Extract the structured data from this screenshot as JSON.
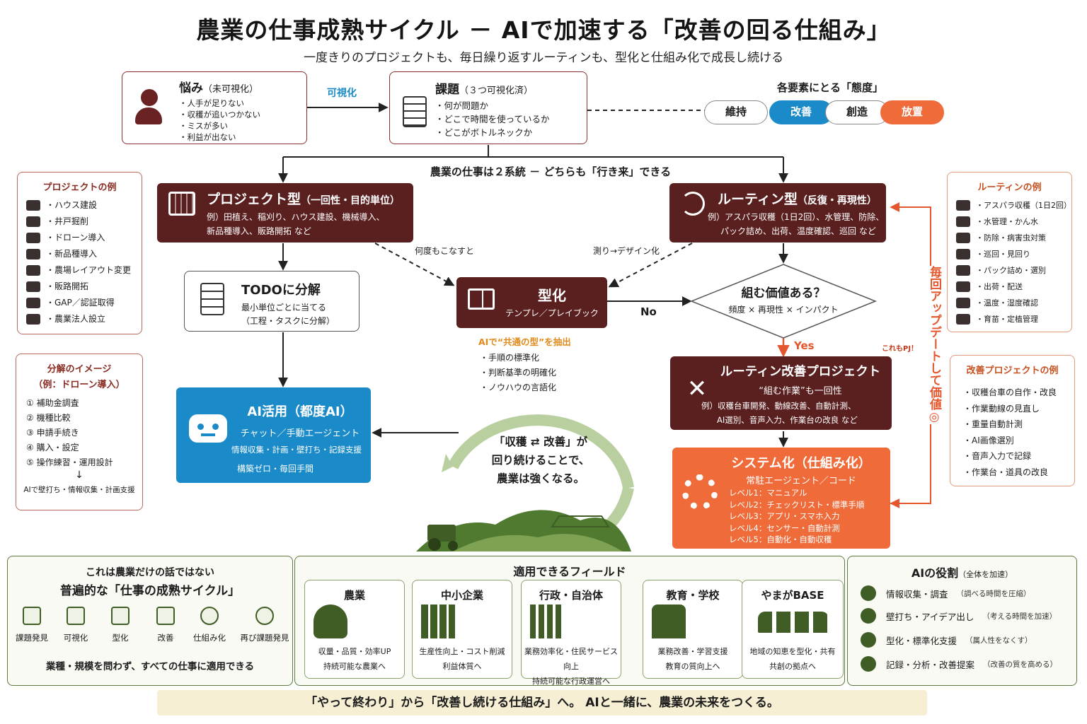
{
  "title": "農業の仕事成熟サイクル － AIで加速する「改善の回る仕組み」",
  "subtitle": "一度きりのプロジェクトも、毎日繰り返すルーティンも、型化と仕組み化で成長し続ける",
  "nayami": {
    "title": "悩み",
    "note": "（未可視化）",
    "items": [
      "・人手が足りない",
      "・収穫が追いつかない",
      "・ミスが多い",
      "・利益が出ない"
    ]
  },
  "kashika": "可視化",
  "kadai": {
    "title": "課題",
    "note": "（３つ可視化済）",
    "items": [
      "・何が問題か",
      "・どこで時間を使っているか",
      "・どこがボトルネックか"
    ]
  },
  "attitude": {
    "title": "各要素にとる「態度」",
    "pills": [
      "維持",
      "改善",
      "創造",
      "放置"
    ],
    "colors": {
      "kaizen": "#1a8ac8",
      "houchi": "#ef6b3a"
    }
  },
  "split_label": "農業の仕事は２系統 － どちらも「行き来」できる",
  "project": {
    "title": "プロジェクト型",
    "note": "（一回性・目的単位）",
    "desc1": "例）田植え、稲刈り、ハウス建設、機械導入、",
    "desc2": "新品種導入、販路開拓 など"
  },
  "routine": {
    "title": "ルーティン型",
    "note": "（反復・再現性）",
    "desc1": "例）アスパラ収穫（1日2回）、水管理、防除、",
    "desc2": "パック詰め、出荷、温度確認、巡回 など"
  },
  "project_examples": {
    "title": "プロジェクトの例",
    "items": [
      "・ハウス建設",
      "・井戸掘削",
      "・ドローン導入",
      "・新品種導入",
      "・農場レイアウト変更",
      "・販路開拓",
      "・GAP／認証取得",
      "・農業法人設立"
    ]
  },
  "routine_examples": {
    "title": "ルーティンの例",
    "items": [
      "・アスパラ収穫（1日2回）",
      "・水管理・かん水",
      "・防除・病害虫対策",
      "・巡回・見回り",
      "・パック詰め・選別",
      "・出荷・配送",
      "・温度・湿度確認",
      "・育苗・定植管理"
    ]
  },
  "decompose": {
    "title": "分解のイメージ",
    "subtitle": "（例：ドローン導入）",
    "items": [
      "① 補助金調査",
      "② 機種比較",
      "③ 申請手続き",
      "④ 購入・設定",
      "⑤ 操作練習・運用設計"
    ],
    "footer": "AIで壁打ち・情報収集・計画支援"
  },
  "todo": {
    "title": "TODOに分解",
    "desc1": "最小単位ごとに当てる",
    "desc2": "（工程・タスクに分解）"
  },
  "kata": {
    "title": "型化",
    "desc": "テンプレ／プレイブック",
    "ai_label": "AIで“共通の型”を抽出",
    "items": [
      "・手順の標準化",
      "・判断基準の明確化",
      "・ノウハウの言語化"
    ]
  },
  "arrow_labels": {
    "many_times": "何度もこなすと",
    "measure": "測り→デザイン化",
    "no": "No",
    "yes": "Yes"
  },
  "diamond": {
    "title": "組む価値ある？",
    "desc": "頻度 × 再現性 × インパクト"
  },
  "ai_use": {
    "title": "AI活用（都度AI）",
    "sub": "チャット／手動エージェント",
    "desc1": "情報収集・計画・壁打ち・記録支援",
    "desc2": "構築ゼロ・毎回手間"
  },
  "routine_project": {
    "title": "ルーティン改善プロジェクト",
    "sub": "“組む作業”も一回性",
    "desc1": "例）収穫台車開発、動線改善、自動計測、",
    "desc2": "AI選別、音声入力、作業台の改良 など"
  },
  "system": {
    "title": "システム化（仕組み化）",
    "sub": "常駐エージェント／コード",
    "levels": [
      "レベル1：マニュアル",
      "レベル2：チェックリスト・標準手順",
      "レベル3：アプリ・スマホ入力",
      "レベル4：センサー・自動計測",
      "レベル5：自動化・自動収穫"
    ]
  },
  "cycle_center": [
    "「収穫 ⇄ 改善」が",
    "回り続けることで、",
    "農業は強くなる。"
  ],
  "update_loop": "毎回アップデートして価値◎",
  "kore_pj": "これもPJ！",
  "kaizen_examples": {
    "title": "改善プロジェクトの例",
    "items": [
      "・収穫台車の自作・改良",
      "・作業動線の見直し",
      "・重量自動計測",
      "・AI画像選別",
      "・音声入力で記録",
      "・作業台・道具の改良"
    ]
  },
  "bottom_left": {
    "line1": "これは農業だけの話ではない",
    "line2": "普遍的な「仕事の成熟サイクル」",
    "steps": [
      "課題発見",
      "可視化",
      "型化",
      "改善",
      "仕組み化",
      "再び課題発見"
    ],
    "footer": "業種・規模を問わず、すべての仕事に適用できる"
  },
  "fields": {
    "title": "適用できるフィールド",
    "cards": [
      {
        "name": "農業",
        "line1": "収量・品質・効率UP",
        "line2": "持続可能な農業へ"
      },
      {
        "name": "中小企業",
        "line1": "生産性向上・コスト削減",
        "line2": "利益体質へ"
      },
      {
        "name": "行政・自治体",
        "line1": "業務効率化・住民サービス向上",
        "line2": "持続可能な行政運営へ"
      },
      {
        "name": "教育・学校",
        "line1": "業務改善・学習支援",
        "line2": "教育の質向上へ"
      },
      {
        "name": "やまがBASE",
        "line1": "地域の知恵を型化・共有",
        "line2": "共創の拠点へ"
      }
    ]
  },
  "ai_roles": {
    "title": "AIの役割",
    "note": "（全体を加速）",
    "items": [
      {
        "name": "情報収集・調査",
        "note": "（調べる時間を圧縮）"
      },
      {
        "name": "壁打ち・アイデア出し",
        "note": "（考える時間を加速）"
      },
      {
        "name": "型化・標準化支援",
        "note": "（属人性をなくす）"
      },
      {
        "name": "記録・分析・改善提案",
        "note": "（改善の質を高める）"
      }
    ]
  },
  "footer": "「やって終わり」から「改善し続ける仕組み」へ。 AIと一緒に、農業の未来をつくる。"
}
